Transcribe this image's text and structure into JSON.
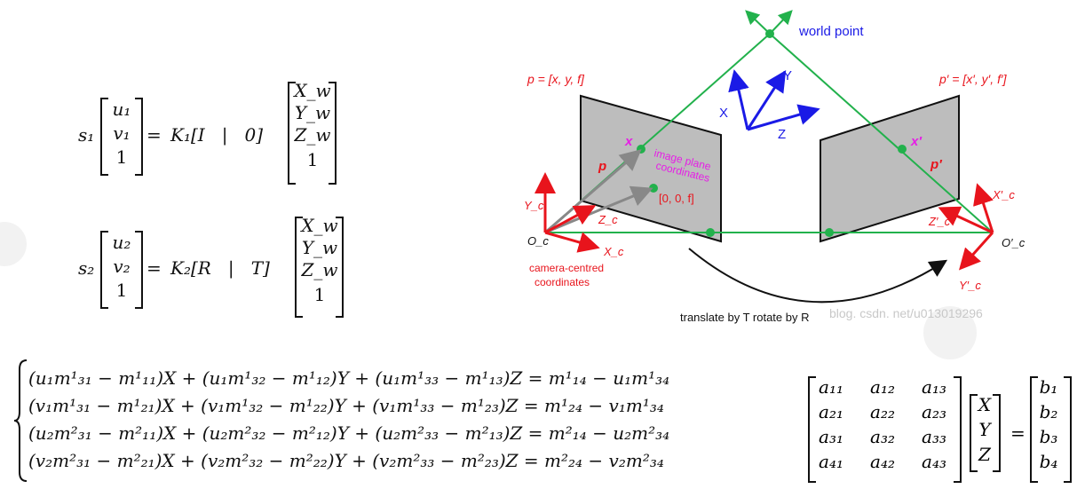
{
  "equation1": {
    "lhs_scale": "s₁",
    "vector": [
      "u₁",
      "v₁",
      "1"
    ],
    "equals": "=",
    "operator": "K₁[I   |   0]",
    "world": [
      "X_w",
      "Y_w",
      "Z_w",
      "1"
    ]
  },
  "equation2": {
    "lhs_scale": "s₂",
    "vector": [
      "u₂",
      "v₂",
      "1"
    ],
    "equals": "=",
    "operator": "K₂[R   |   T]",
    "world": [
      "X_w",
      "Y_w",
      "Z_w",
      "1"
    ]
  },
  "system_lines": [
    "(u₁m¹₃₁ − m¹₁₁)X + (u₁m¹₃₂ − m¹₁₂)Y + (u₁m¹₃₃ − m¹₁₃)Z = m¹₁₄ − u₁m¹₃₄",
    "(v₁m¹₃₁ − m¹₂₁)X + (v₁m¹₃₂ − m¹₂₂)Y + (v₁m¹₃₃ − m¹₂₃)Z = m¹₂₄ − v₁m¹₃₄",
    "(u₂m²₃₁ − m²₁₁)X + (u₂m²₃₂ − m²₁₂)Y + (u₂m²₃₃ − m²₁₃)Z = m²₁₄ − u₂m²₃₄",
    "(v₂m²₃₁ − m²₂₁)X + (v₂m²₃₂ − m²₂₂)Y + (v₂m²₃₃ − m²₂₃)Z = m²₂₄ − v₂m²₃₄"
  ],
  "matrix_a": [
    [
      "a₁₁",
      "a₁₂",
      "a₁₃"
    ],
    [
      "a₂₁",
      "a₂₂",
      "a₂₃"
    ],
    [
      "a₃₁",
      "a₃₂",
      "a₃₃"
    ],
    [
      "a₄₁",
      "a₄₂",
      "a₄₃"
    ]
  ],
  "vector_xyz": [
    "X",
    "Y",
    "Z"
  ],
  "vector_b": [
    "b₁",
    "b₂",
    "b₃",
    "b₄"
  ],
  "matrix_equals": "=",
  "diagram": {
    "world_point_label": "world point",
    "p_left_label": "p = [x, y, f]",
    "p_right_label": "p′ = [x′, y′, f′]",
    "image_plane_label": [
      "image plane",
      "coordinates"
    ],
    "origin_label": "[0, 0, f]",
    "x_label": "x",
    "x_prime_label": "x′",
    "p_vec_label": "p",
    "p_prime_vec_label": "p′",
    "world_axes": [
      "X",
      "Y",
      "Z"
    ],
    "left_camera": {
      "origin": "O_c",
      "x": "X_c",
      "y": "Y_c",
      "z": "Z_c"
    },
    "right_camera": {
      "origin": "O′_c",
      "x": "X′_c",
      "y": "Y′_c",
      "z": "Z′_c"
    },
    "camera_centred_label": [
      "camera-centred",
      "coordinates"
    ],
    "translate_label": "translate by T rotate by R",
    "watermark_url": "blog. csdn. net/u013019296",
    "colors": {
      "green": "#22b14c",
      "red": "#e8141c",
      "blue": "#1a1ae6",
      "magenta": "#e61ee6",
      "gray": "#bdbdbd"
    }
  }
}
